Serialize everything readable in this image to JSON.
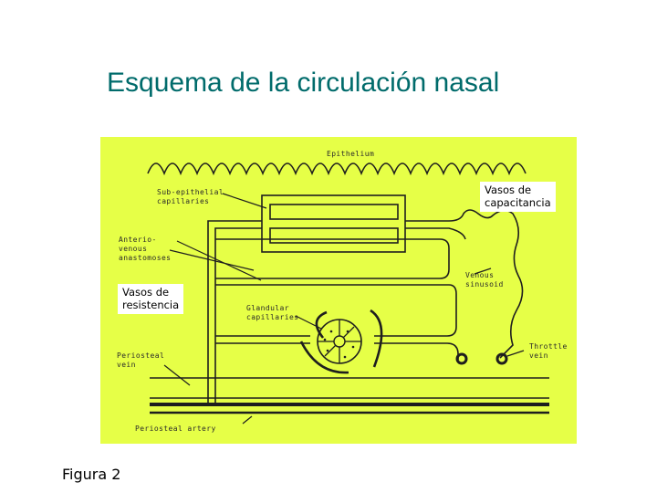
{
  "slide": {
    "title": "Esquema de la circulación nasal",
    "figure_label": "Figura 2"
  },
  "diagram": {
    "background_color": "#e6ff47",
    "line_color": "#1e1e1e",
    "labels": {
      "epithelium": "Epithelium",
      "sub_epithelial_1": "Sub-epithelial",
      "sub_epithelial_2": "capillaries",
      "anastomoses_1": "Anterio-",
      "anastomoses_2": "venous",
      "anastomoses_3": "anastomoses",
      "venous_sinusoid_1": "Venous",
      "venous_sinusoid_2": "sinusoid",
      "glandular_1": "Glandular",
      "glandular_2": "capillaries",
      "throttle_1": "Throttle",
      "throttle_2": "vein",
      "periosteal_vein_1": "Periosteal",
      "periosteal_vein_2": "vein",
      "periosteal_artery": "Periosteal artery"
    },
    "callouts": {
      "capacitance_1": "Vasos de",
      "capacitance_2": "capacitancia",
      "resistance_1": "Vasos de",
      "resistance_2": "resistencia"
    }
  }
}
